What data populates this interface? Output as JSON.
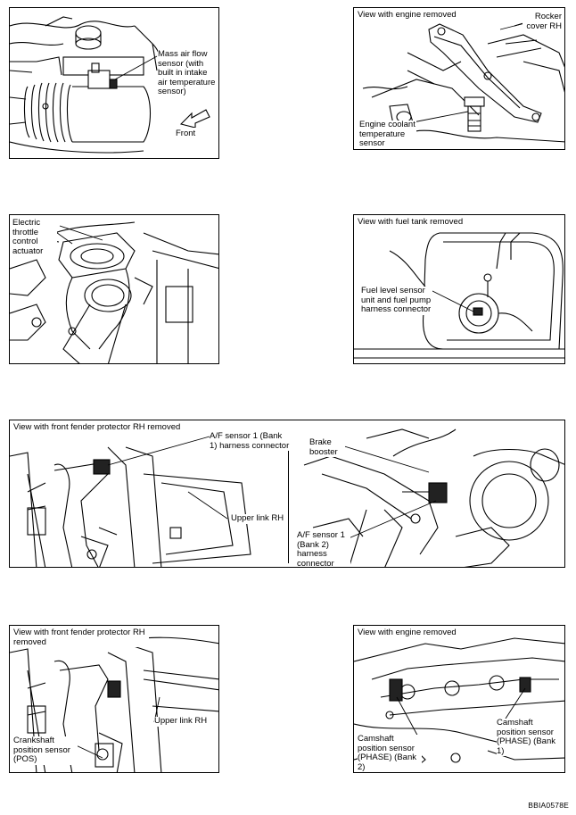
{
  "panels": {
    "maf": {
      "header": "",
      "labels": {
        "maf_sensor": "Mass air flow sensor (with built in intake air temperature sensor)",
        "front": "Front"
      }
    },
    "ect": {
      "header": "View with engine removed",
      "labels": {
        "rocker_cover": "Rocker cover RH",
        "ect_sensor": "Engine coolant temperature sensor"
      }
    },
    "throttle": {
      "header": "",
      "labels": {
        "actuator": "Electric throttle control actuator"
      }
    },
    "fuel": {
      "header": "View with fuel tank removed",
      "labels": {
        "fuel_sensor": "Fuel level sensor unit and fuel pump harness connector"
      }
    },
    "af": {
      "header": "View with front fender protector RH removed",
      "labels": {
        "af_bank1": "A/F sensor 1 (Bank 1) harness connector",
        "upper_link": "Upper link RH",
        "brake_booster": "Brake booster",
        "af_bank2": "A/F sensor 1 (Bank 2) harness connector"
      }
    },
    "crank": {
      "header": "View with front fender protector RH removed",
      "labels": {
        "upper_link": "Upper link RH",
        "crank_sensor": "Crankshaft position sensor (POS)"
      }
    },
    "cam": {
      "header": "View with engine removed",
      "labels": {
        "cam_bank1": "Camshaft position sensor (PHASE) (Bank 1)",
        "cam_bank2": "Camshaft position sensor (PHASE) (Bank 2)"
      }
    }
  },
  "figure_ref": "BBIA0578E"
}
